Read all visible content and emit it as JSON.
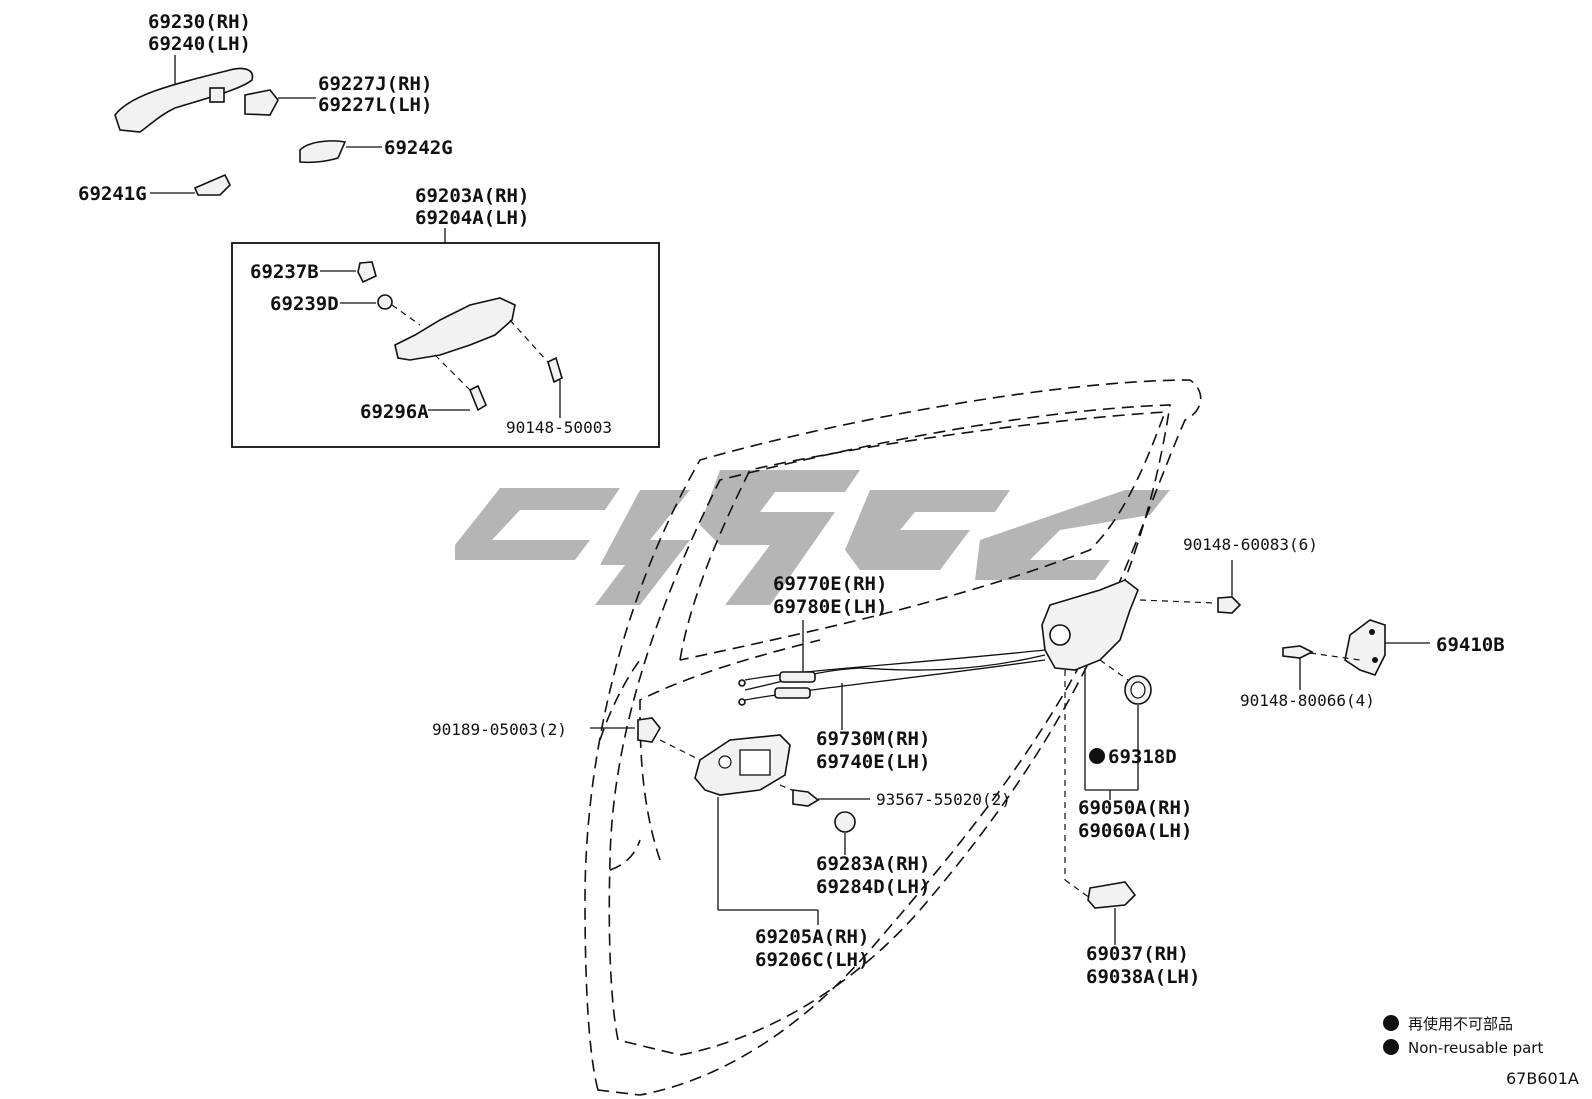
{
  "watermark": {
    "color": "#b5b5b5"
  },
  "labels": {
    "p69230": "69230(RH)",
    "p69240": "69240(LH)",
    "p69227j": "69227J(RH)",
    "p69227l": "69227L(LH)",
    "p69242g": "69242G",
    "p69241g": "69241G",
    "p69203a": "69203A(RH)",
    "p69204a": "69204A(LH)",
    "p69237b": "69237B",
    "p69239d": "69239D",
    "p69296a": "69296A",
    "p90148_50003": "90148-50003",
    "p69770e": "69770E(RH)",
    "p69780e": "69780E(LH)",
    "p90148_60083": "90148-60083(6)",
    "p69410b": "69410B",
    "p90148_80066": "90148-80066(4)",
    "p90189_05003": "90189-05003(2)",
    "p69730m": "69730M(RH)",
    "p69740e": "69740E(LH)",
    "p69318d": "69318D",
    "p93567_55020": "93567-55020(2)",
    "p69050a": "69050A(RH)",
    "p69060a": "69060A(LH)",
    "p69283a": "69283A(RH)",
    "p69284d": "69284D(LH)",
    "p69205a": "69205A(RH)",
    "p69206c": "69206C(LH)",
    "p69037": "69037(RH)",
    "p69038a": "69038A(LH)"
  },
  "legend": {
    "jp": "再使用不可部品",
    "en": "Non-reusable part"
  },
  "diagram_code": "67B601A"
}
